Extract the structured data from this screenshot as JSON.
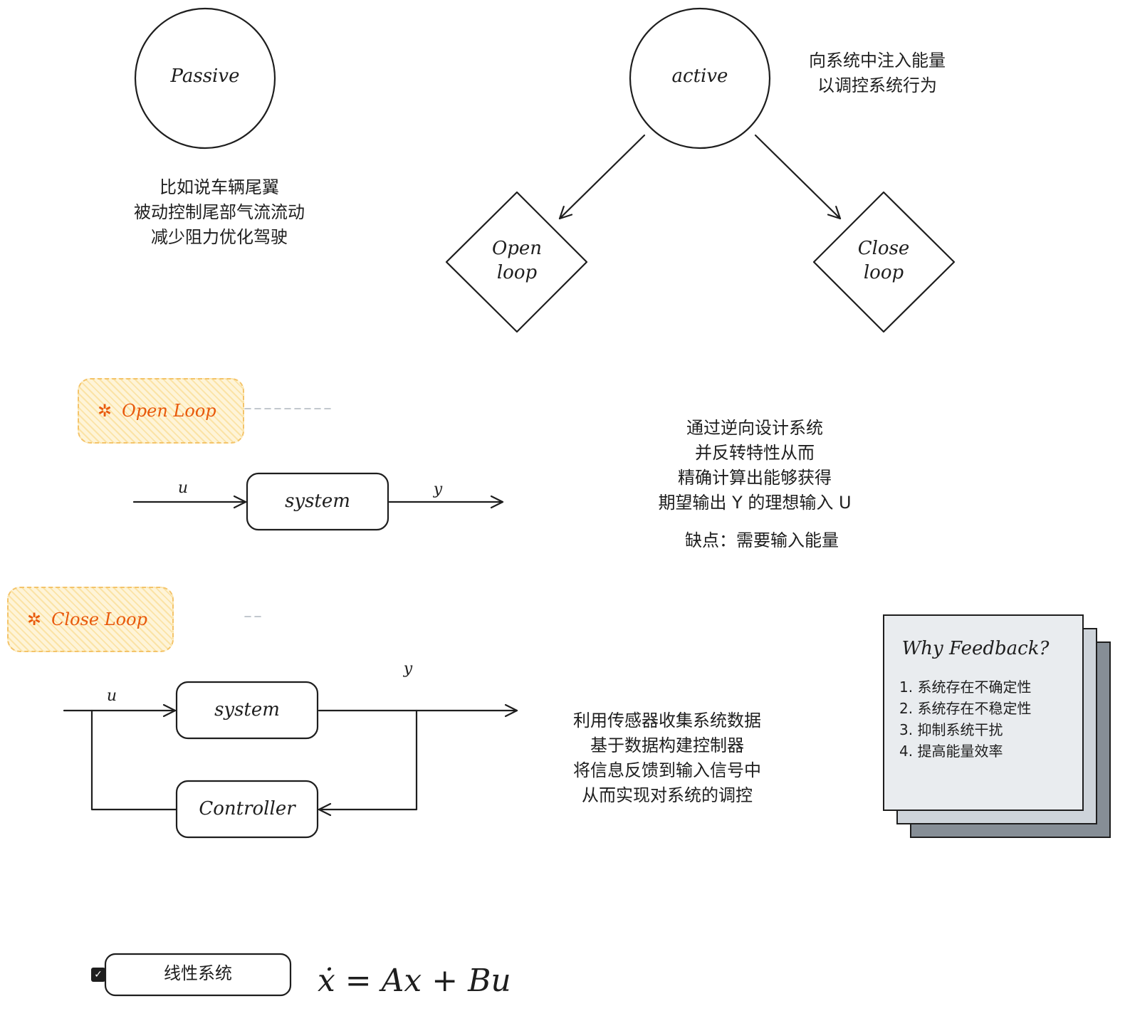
{
  "top": {
    "passive_label": "Passive",
    "active_label": "active",
    "passive_note": [
      "比如说车辆尾翼",
      "被动控制尾部气流流动",
      "减少阻力优化驾驶"
    ],
    "active_note": [
      "向系统中注入能量",
      "以调控系统行为"
    ],
    "open_loop_diamond": [
      "Open",
      "loop"
    ],
    "close_loop_diamond": [
      "Close",
      "loop"
    ]
  },
  "open_loop": {
    "tag_label": "Open Loop",
    "input_label": "u",
    "output_label": "y",
    "system_label": "system",
    "note": [
      "通过逆向设计系统",
      "并反转特性从而",
      "精确计算出能够获得",
      "期望输出 Y 的理想输入 U"
    ],
    "drawback": "缺点：需要输入能量"
  },
  "close_loop": {
    "tag_label": "Close Loop",
    "input_label": "u",
    "output_label": "y",
    "system_label": "system",
    "controller_label": "Controller",
    "note": [
      "利用传感器收集系统数据",
      "基于数据构建控制器",
      "将信息反馈到输入信号中",
      "从而实现对系统的调控"
    ]
  },
  "why_card": {
    "title": "Why Feedback?",
    "items": [
      "1. 系统存在不确定性",
      "2. 系统存在不稳定性",
      "3. 抑制系统干扰",
      "4. 提高能量效率"
    ]
  },
  "bottom": {
    "box_label": "线性系统",
    "equation": "ẋ = Ax + Bu"
  },
  "colors": {
    "stroke": "#1e1e1e",
    "tag_orange": "#e8590c",
    "tag_fill": "#fbe3a6",
    "card_light": "#e9ecef",
    "card_mid": "#ced4da",
    "card_dark": "#868e96"
  },
  "icons": {
    "tag_icon": "frame-icon",
    "checkbox": "checkbox-icon"
  }
}
